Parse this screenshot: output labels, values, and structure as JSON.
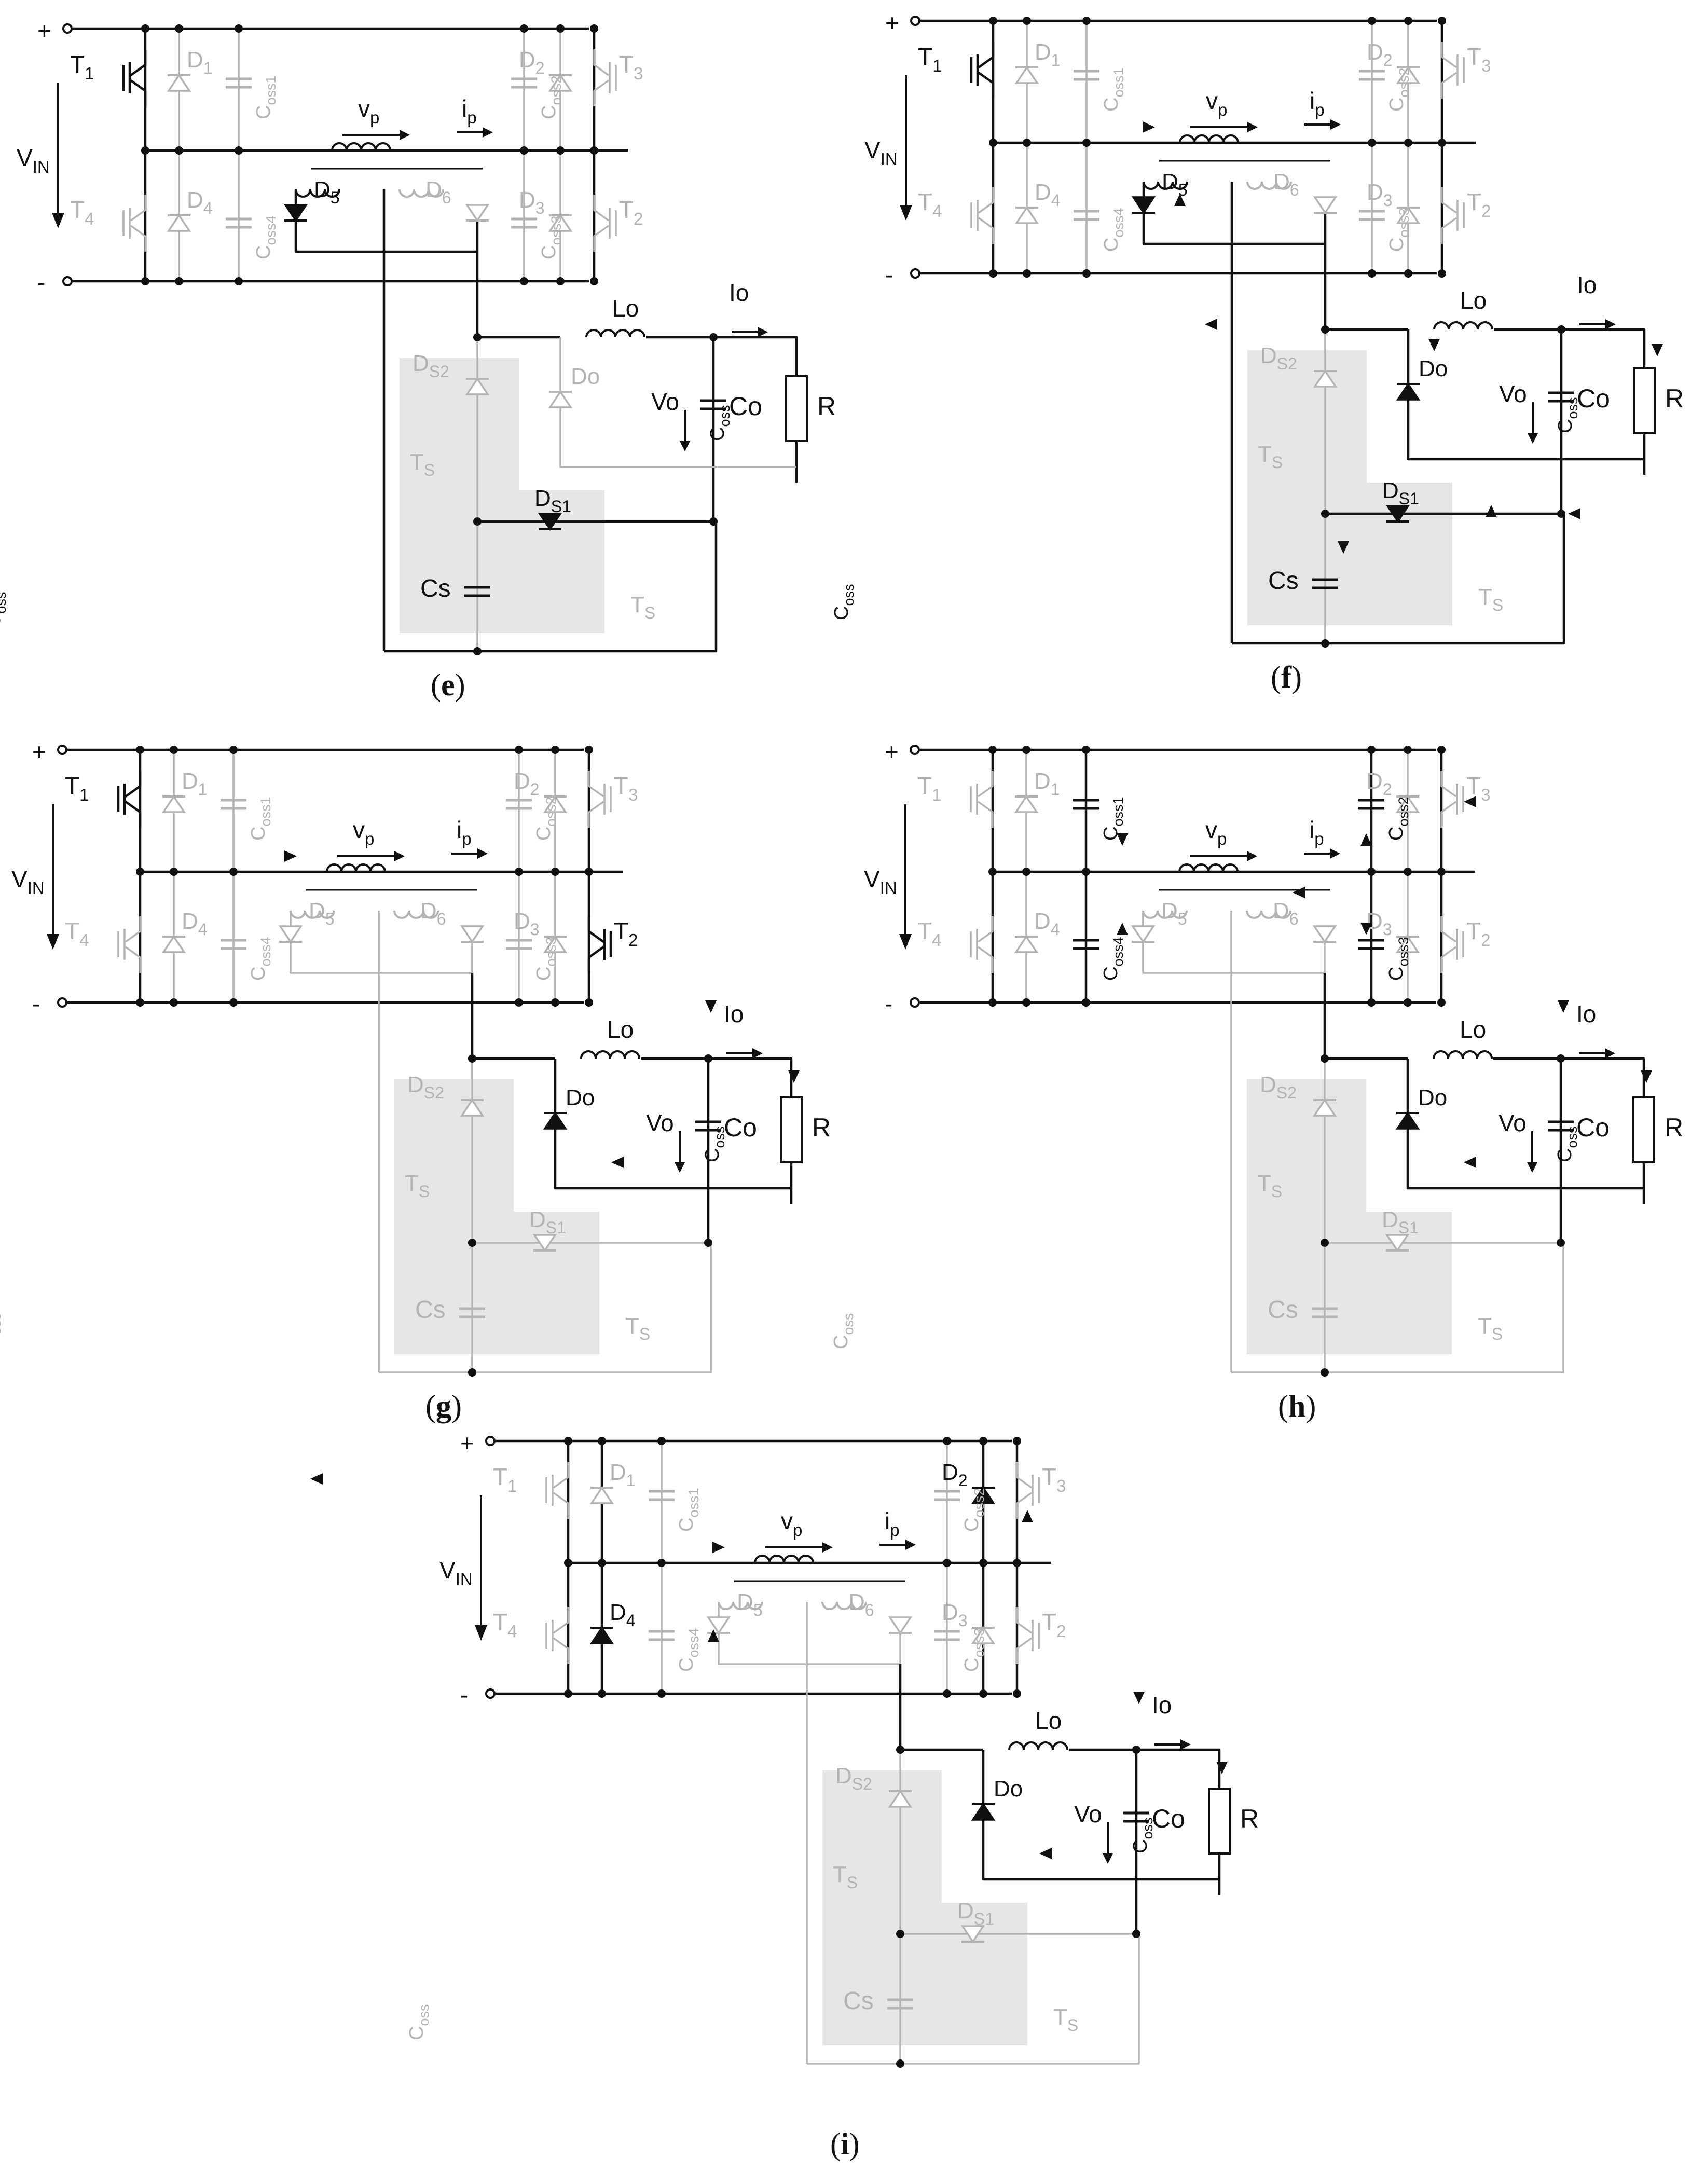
{
  "labels": {
    "vin_main": "V",
    "vin_sub": "IN",
    "plus": "+",
    "minus": "-",
    "t1": "T",
    "t1_sub": "1",
    "t2": "T",
    "t2_sub": "2",
    "t3": "T",
    "t3_sub": "3",
    "t4": "T",
    "t4_sub": "4",
    "d1": "D",
    "d1_sub": "1",
    "d2": "D",
    "d2_sub": "2",
    "d3": "D",
    "d3_sub": "3",
    "d4": "D",
    "d4_sub": "4",
    "d5": "D",
    "d5_sub": "5",
    "d6": "D",
    "d6_sub": "6",
    "coss": "C",
    "coss_sub": "oss",
    "coss1_n": "1",
    "coss2_n": "2",
    "coss3_n": "3",
    "coss4_n": "4",
    "vp_main": "v",
    "vp_sub": "p",
    "ip_main": "i",
    "ip_sub": "p",
    "lo": "Lo",
    "io": "Io",
    "vo": "Vo",
    "co": "Co",
    "r": "R",
    "do": "Do",
    "ds2": "D",
    "ds2_sub": "S2",
    "ds1": "D",
    "ds1_sub": "S1",
    "ts": "T",
    "ts_sub": "S",
    "cs": "Cs"
  },
  "panels": [
    {
      "id": "e",
      "caption_open": "(",
      "caption_letter": "e",
      "caption_close": ")"
    },
    {
      "id": "f",
      "caption_open": "(",
      "caption_letter": "f",
      "caption_close": ")"
    },
    {
      "id": "g",
      "caption_open": "(",
      "caption_letter": "g",
      "caption_close": ")"
    },
    {
      "id": "h",
      "caption_open": "(",
      "caption_letter": "h",
      "caption_close": ")"
    },
    {
      "id": "i",
      "caption_open": "(",
      "caption_letter": "i",
      "caption_close": ")"
    }
  ],
  "colors": {
    "active": "#111111",
    "inactive": "#b3b3b3",
    "shade": "#e6e6e6",
    "background": "#ffffff"
  }
}
